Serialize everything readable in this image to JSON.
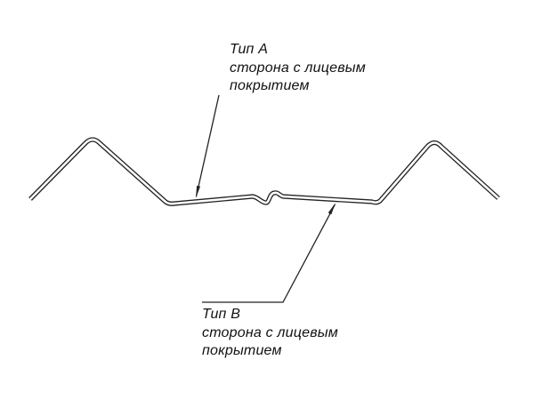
{
  "labels": {
    "type_a": {
      "title": "Тип A",
      "line1": "сторона с лицевым",
      "line2": "покрытием"
    },
    "type_b": {
      "title": "Тип B",
      "line1": "сторона с лицевым",
      "line2": "покрытием"
    }
  },
  "colors": {
    "background": "#ffffff",
    "line": "#222222",
    "text": "#111111"
  }
}
